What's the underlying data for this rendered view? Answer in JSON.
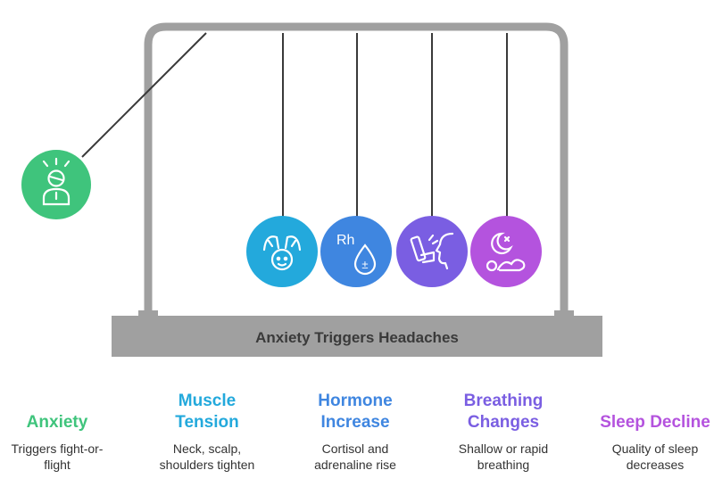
{
  "diagram": {
    "base_label": "Anxiety Triggers Headaches",
    "frame_color": "#a0a0a0",
    "balls": [
      {
        "id": "anxiety",
        "color": "#3fc47c",
        "icon": "stressed-person-icon"
      },
      {
        "id": "muscle",
        "color": "#23a9dc",
        "icon": "head-massage-icon"
      },
      {
        "id": "hormone",
        "color": "#3f86e0",
        "icon": "hormone-drop-icon",
        "icon_text": "Rh",
        "icon_sign": "±"
      },
      {
        "id": "breathing",
        "color": "#7a5ee2",
        "icon": "inhaler-face-icon"
      },
      {
        "id": "sleep",
        "color": "#b453de",
        "icon": "sleep-moon-icon"
      }
    ]
  },
  "items": [
    {
      "title": "Anxiety",
      "title_lines": [
        "Anxiety"
      ],
      "color": "#3fc47c",
      "desc_lines": [
        "Triggers fight-or-",
        "flight"
      ]
    },
    {
      "title": "Muscle Tension",
      "title_lines": [
        "Muscle",
        "Tension"
      ],
      "color": "#23a9dc",
      "desc_lines": [
        "Neck, scalp,",
        "shoulders tighten"
      ]
    },
    {
      "title": "Hormone Increase",
      "title_lines": [
        "Hormone",
        "Increase"
      ],
      "color": "#3f86e0",
      "desc_lines": [
        "Cortisol and",
        "adrenaline rise"
      ]
    },
    {
      "title": "Breathing Changes",
      "title_lines": [
        "Breathing",
        "Changes"
      ],
      "color": "#7a5ee2",
      "desc_lines": [
        "Shallow or rapid",
        "breathing"
      ]
    },
    {
      "title": "Sleep Decline",
      "title_lines": [
        "Sleep Decline"
      ],
      "color": "#b453de",
      "desc_lines": [
        "Quality of sleep",
        "decreases"
      ]
    }
  ]
}
